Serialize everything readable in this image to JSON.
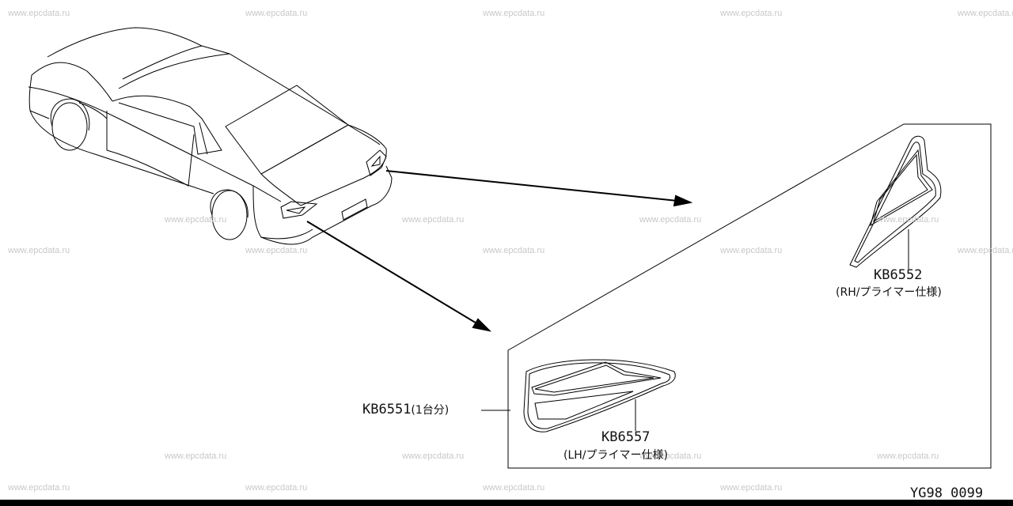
{
  "watermark": "www.epcdata.ru",
  "parts": {
    "kit": {
      "number": "KB6551",
      "note": "(1台分)"
    },
    "rh": {
      "number": "KB6552",
      "spec": "(RH/プライマー仕様)"
    },
    "lh": {
      "number": "KB6557",
      "spec": "(LH/プライマー仕様)"
    }
  },
  "drawing_code": "YG98 0099"
}
